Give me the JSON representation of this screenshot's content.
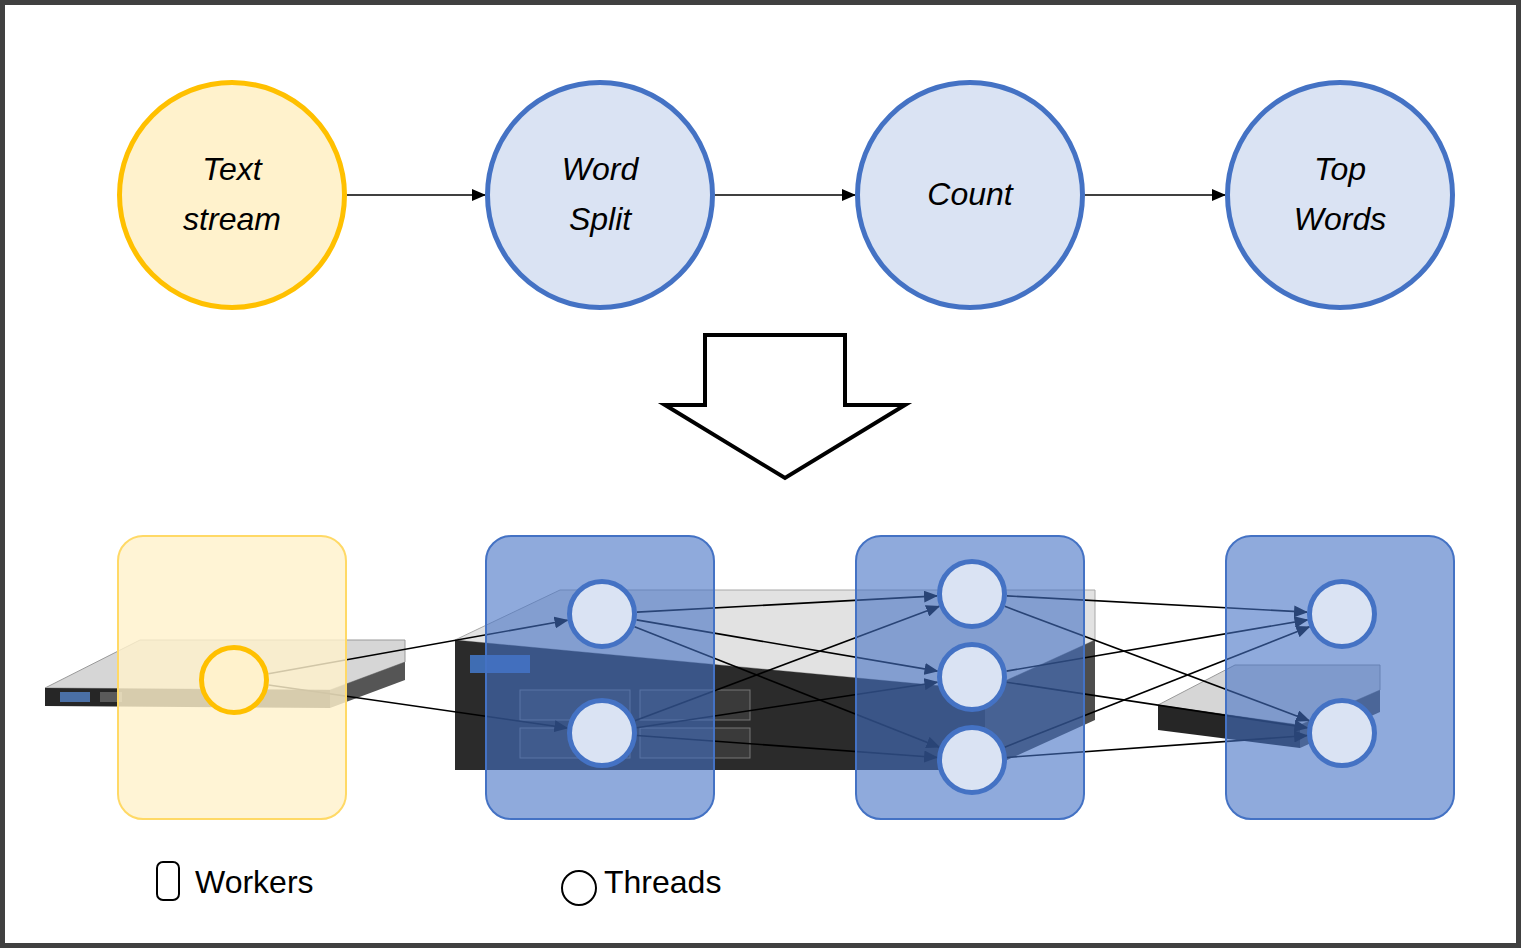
{
  "diagram": {
    "nodes": [
      {
        "text": [
          "Text stream"
        ]
      },
      {
        "text": [
          "Word Split"
        ]
      },
      {
        "text": [
          "Count"
        ]
      },
      {
        "text": [
          "Top Words"
        ]
      },
      {
        "text": []
      },
      {
        "text": [],
        "in": 4
      },
      {
        "text": []
      },
      {
        "text": [],
        "in": 6
      },
      {
        "text": [],
        "in": 6
      },
      {
        "text": []
      },
      {
        "text": [],
        "in": 9
      },
      {
        "text": [],
        "in": 9
      },
      {
        "text": [],
        "in": 9
      },
      {
        "text": []
      },
      {
        "text": [],
        "in": 13
      },
      {
        "text": [],
        "in": 13
      }
    ],
    "edges": [
      {
        "from": 0,
        "to": 1,
        "arrow": "to"
      },
      {
        "from": 1,
        "to": 2,
        "arrow": "to"
      },
      {
        "from": 2,
        "to": 3,
        "arrow": "to"
      },
      {
        "from": 5,
        "to": 7,
        "arrow": "to"
      },
      {
        "from": 5,
        "to": 8,
        "arrow": "to"
      },
      {
        "from": 7,
        "to": 10,
        "arrow": "to"
      },
      {
        "from": 7,
        "to": 11,
        "arrow": "to"
      },
      {
        "from": 7,
        "to": 12,
        "arrow": "to"
      },
      {
        "from": 8,
        "to": 10,
        "arrow": "to"
      },
      {
        "from": 8,
        "to": 11,
        "arrow": "to"
      },
      {
        "from": 8,
        "to": 12,
        "arrow": "to"
      },
      {
        "from": 10,
        "to": 14,
        "arrow": "to"
      },
      {
        "from": 10,
        "to": 15,
        "arrow": "to"
      },
      {
        "from": 11,
        "to": 14,
        "arrow": "to"
      },
      {
        "from": 11,
        "to": 15,
        "arrow": "to"
      },
      {
        "from": 12,
        "to": 14,
        "arrow": "to"
      },
      {
        "from": 12,
        "to": 15,
        "arrow": "to"
      }
    ],
    "legend": [
      {
        "text": "Workers"
      },
      {
        "text": "Threads"
      }
    ]
  }
}
